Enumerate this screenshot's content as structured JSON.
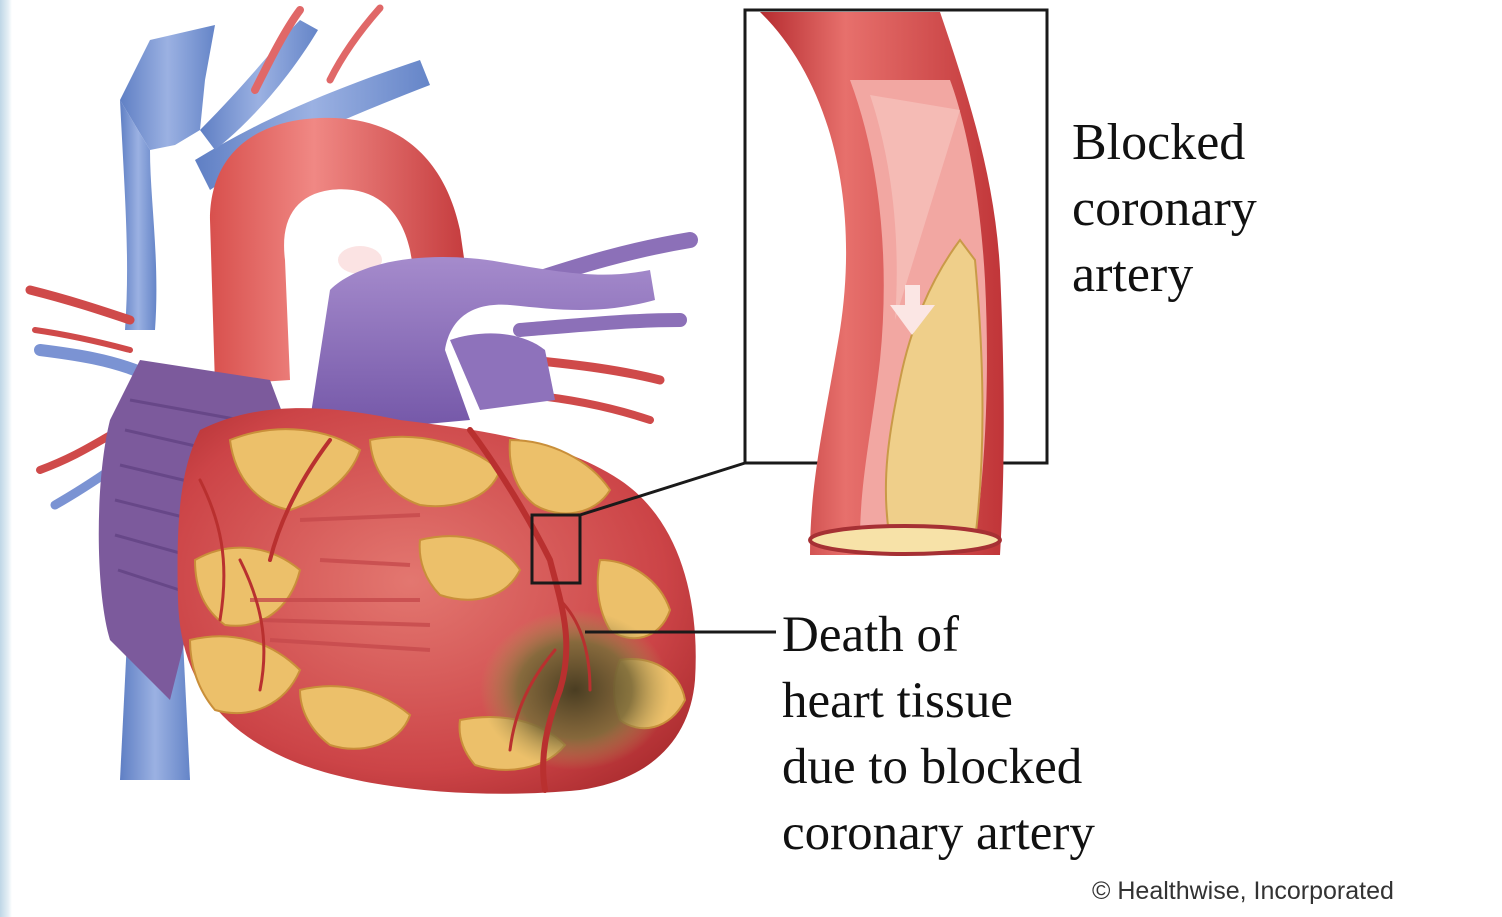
{
  "labels": {
    "blocked_artery": [
      "Blocked",
      "coronary",
      "artery"
    ],
    "tissue_death": [
      "Death of",
      "heart tissue",
      "due to blocked",
      "coronary artery"
    ]
  },
  "credit": "© Healthwise, Incorporated",
  "colors": {
    "artery_red": "#c8383a",
    "vein_blue": "#6f8fd0",
    "pulmonary_purple": "#8c70b8",
    "fat_yellow": "#e8b85a",
    "plaque": "#efcf8a",
    "dead_tissue": "#6a5a32"
  }
}
